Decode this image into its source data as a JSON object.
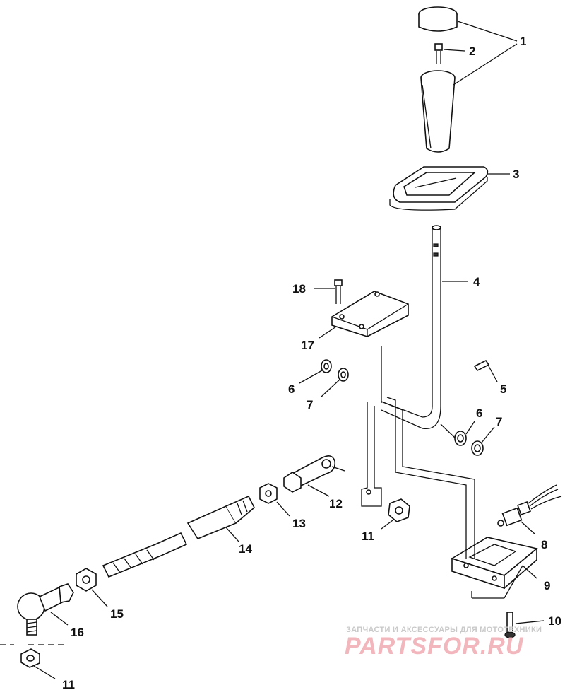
{
  "diagram": {
    "callouts": {
      "n1": "1",
      "n2": "2",
      "n3": "3",
      "n4": "4",
      "n5": "5",
      "n6a": "6",
      "n7a": "7",
      "n6b": "6",
      "n7b": "7",
      "n8": "8",
      "n9": "9",
      "n10": "10",
      "n11a": "11",
      "n11b": "11",
      "n12": "12",
      "n13": "13",
      "n14": "14",
      "n15": "15",
      "n16": "16",
      "n17": "17",
      "n18": "18"
    }
  },
  "watermark": {
    "tagline": "ЗАПЧАСТИ И АКСЕССУАРЫ ДЛЯ МОТОТЕХНИКИ",
    "logo": "PARTSFOR.RU"
  },
  "colors": {
    "ink": "#111111",
    "watermark_red": "#f2b6bd",
    "watermark_gray": "#c9c9c9"
  }
}
